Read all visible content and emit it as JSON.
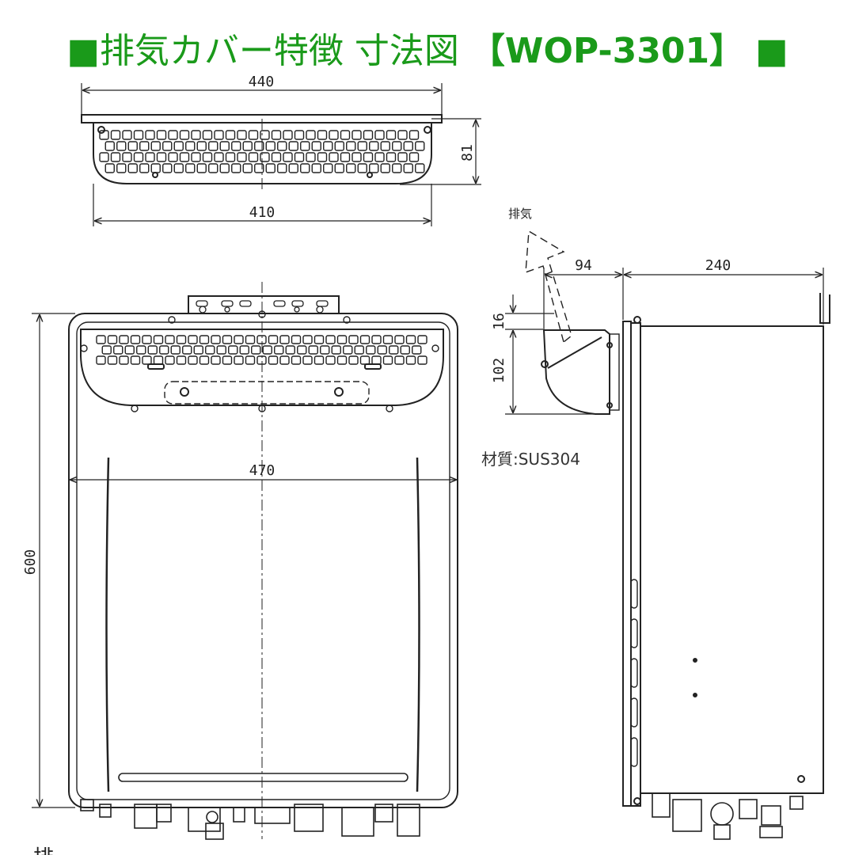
{
  "header": {
    "square_left": "■",
    "title_text": "排気カバー特徴 寸法図 ",
    "model": "【WOP-3301】",
    "square_right": " ■"
  },
  "colors": {
    "title": "#1a9a1a",
    "line": "#222222"
  },
  "dimensions": {
    "top_width_outer": "440",
    "top_width_inner": "410",
    "top_depth": "81",
    "front_width": "470",
    "front_height": "600",
    "side_projection": "94",
    "side_depth": "240",
    "side_offset": "16",
    "side_cover_height": "102"
  },
  "labels": {
    "exhaust": "排気",
    "material": "材質:SUS304"
  },
  "footer_partial": "排"
}
